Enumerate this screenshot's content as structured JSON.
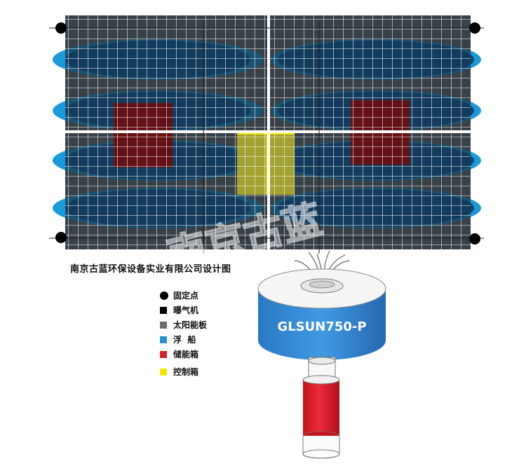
{
  "title": "南京古蓝环保设备实业有限公司设计图",
  "watermark": "南京古蓝",
  "model": "GLSUN750-P",
  "legend": [
    {
      "label": "固定点",
      "color": "#000000",
      "shape": "circle",
      "icon": "fixed-point"
    },
    {
      "label": "曝气机",
      "color": "#000000",
      "shape": "square",
      "icon": "aerator"
    },
    {
      "label": "太阳能板",
      "color": "#6b6b6b",
      "shape": "square",
      "icon": "solar-panel"
    },
    {
      "label": "浮  船",
      "color": "#2a8fd0",
      "shape": "square",
      "icon": "float-boat"
    },
    {
      "label": "储能箱",
      "color": "#d42027",
      "shape": "square",
      "icon": "energy-storage-box"
    },
    {
      "label": "控制箱",
      "color": "#f2e600",
      "shape": "square",
      "icon": "control-box"
    }
  ],
  "colors": {
    "panel": "#6b6b6b",
    "float": "#1b9ad9",
    "float_dark": "#1a3c5c",
    "storage": "#6a0e10",
    "control": "#a9a830",
    "cylinder": "#2f86d2",
    "battery": "#e11d2e"
  }
}
